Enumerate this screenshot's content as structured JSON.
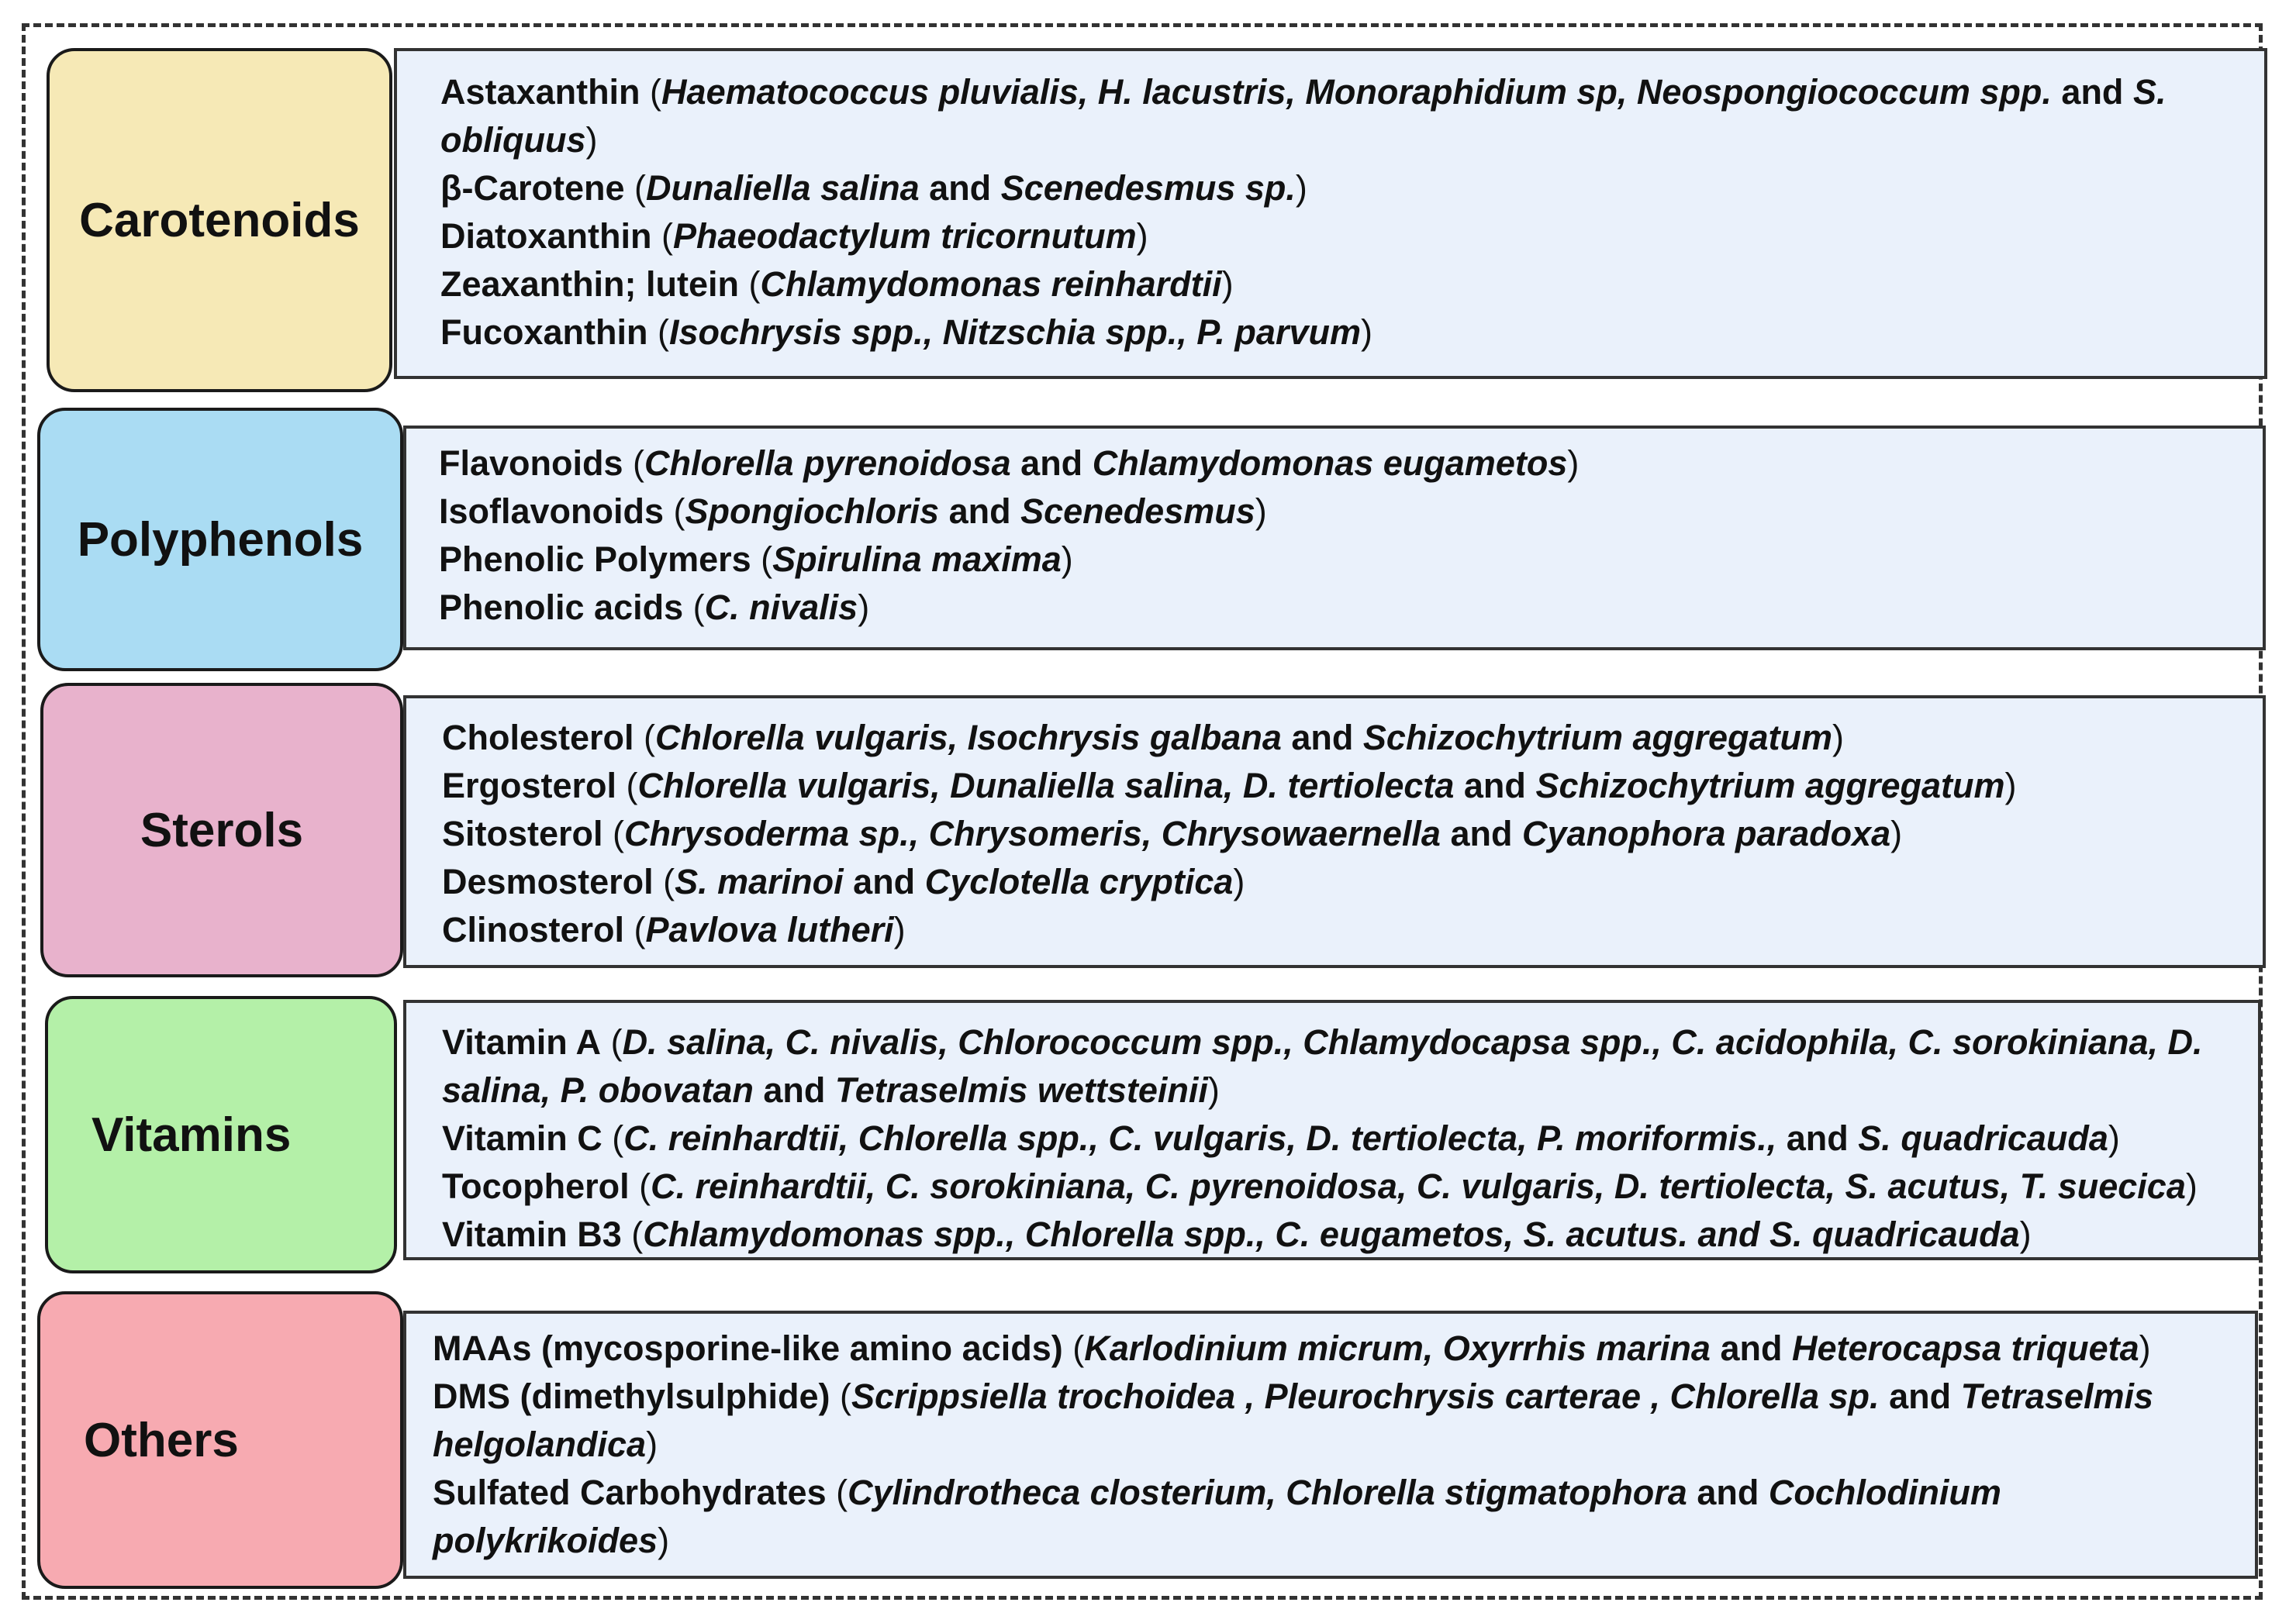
{
  "categories": [
    {
      "label": "Carotenoids",
      "color": "#f6e9b6",
      "entries": [
        {
          "name": "Astaxanthin",
          "organisms": "Haematococcus pluvialis, H. lacustris, Monoraphidium sp, Neospongiococcum spp.",
          "joiner": "and",
          "organisms2": "S. obliquus"
        },
        {
          "name": "β-Carotene",
          "organisms": "Dunaliella salina",
          "joiner": "and",
          "organisms2": "Scenedesmus sp."
        },
        {
          "name": "Diatoxanthin",
          "organisms": "Phaeodactylum tricornutum",
          "joiner": "",
          "organisms2": ""
        },
        {
          "name": "Zeaxanthin; lutein",
          "organisms": "Chlamydomonas reinhardtii",
          "joiner": "",
          "organisms2": ""
        },
        {
          "name": "Fucoxanthin",
          "organisms": "Isochrysis spp., Nitzschia spp., P. parvum",
          "joiner": "",
          "organisms2": ""
        }
      ]
    },
    {
      "label": "Polyphenols",
      "color": "#aadcf3",
      "entries": [
        {
          "name": "Flavonoids",
          "organisms": "Chlorella pyrenoidosa",
          "joiner": "and",
          "organisms2": "Chlamydomonas eugametos"
        },
        {
          "name": "Isoflavonoids",
          "organisms": "Spongiochloris",
          "joiner": "and",
          "organisms2": "Scenedesmus"
        },
        {
          "name": "Phenolic Polymers",
          "organisms": "Spirulina maxima",
          "joiner": "",
          "organisms2": ""
        },
        {
          "name": "Phenolic acids",
          "organisms": "C. nivalis",
          "joiner": "",
          "organisms2": ""
        }
      ]
    },
    {
      "label": "Sterols",
      "color": "#e8b2cc",
      "entries": [
        {
          "name": "Cholesterol",
          "organisms": "Chlorella vulgaris, Isochrysis galbana",
          "joiner": "and",
          "organisms2": "Schizochytrium aggregatum"
        },
        {
          "name": "Ergosterol",
          "organisms": "Chlorella vulgaris, Dunaliella salina, D. tertiolecta",
          "joiner": "and",
          "organisms2": "Schizochytrium aggregatum"
        },
        {
          "name": "Sitosterol",
          "organisms": "Chrysoderma sp., Chrysomeris, Chrysowaernella",
          "joiner": "and",
          "organisms2": "Cyanophora paradoxa"
        },
        {
          "name": "Desmosterol",
          "organisms": "S. marinoi",
          "joiner": "and",
          "organisms2": "Cyclotella cryptica"
        },
        {
          "name": "Clinosterol",
          "organisms": "Pavlova lutheri",
          "joiner": "",
          "organisms2": ""
        }
      ]
    },
    {
      "label": "Vitamins",
      "color": "#b4f0a8",
      "entries": [
        {
          "name": "Vitamin A",
          "organisms": "D. salina, C. nivalis, Chlorococcum spp., Chlamydocapsa spp., C. acidophila, C. sorokiniana, D. salina, P. obovatan",
          "joiner": "and",
          "organisms2": "Tetraselmis wettsteinii"
        },
        {
          "name": "Vitamin C",
          "organisms": "C. reinhardtii, Chlorella spp., C. vulgaris, D. tertiolecta, P. moriformis.,",
          "joiner": "and",
          "organisms2": "S. quadricauda"
        },
        {
          "name": "Tocopherol",
          "organisms": "C. reinhardtii, C. sorokiniana, C. pyrenoidosa, C. vulgaris, D. tertiolecta, S. acutus, T. suecica",
          "joiner": "",
          "organisms2": ""
        },
        {
          "name": "Vitamin B3",
          "organisms": "Chlamydomonas spp., Chlorella spp., C. eugametos, S. acutus. and S. quadricauda",
          "joiner": "",
          "organisms2": ""
        }
      ]
    },
    {
      "label": "Others",
      "color": "#f7aab1",
      "entries": [
        {
          "name": "MAAs (mycosporine-like amino acids)",
          "organisms": "Karlodinium micrum, Oxyrrhis marina",
          "joiner": "and",
          "organisms2": "Heterocapsa triqueta"
        },
        {
          "name": "DMS (dimethylsulphide)",
          "organisms": "Scrippsiella trochoidea , Pleurochrysis carterae , Chlorella sp.",
          "joiner": "and",
          "organisms2": "Tetraselmis helgolandica"
        },
        {
          "name": "Sulfated Carbohydrates",
          "organisms": "Cylindrotheca closterium, Chlorella stigmatophora",
          "joiner": "and",
          "organisms2": "Cochlodinium polykrikoides"
        }
      ]
    }
  ]
}
